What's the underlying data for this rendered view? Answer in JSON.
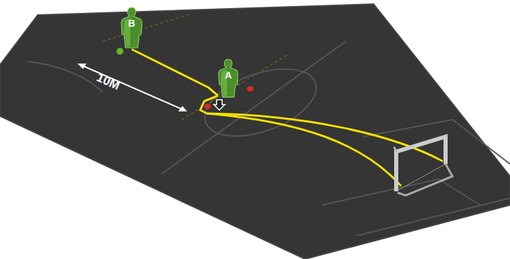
{
  "diagram": {
    "nodes": [
      {
        "text": [
          "B"
        ]
      },
      {
        "text": [
          "A"
        ]
      }
    ],
    "edges": [
      {
        "from": 0,
        "to": 1,
        "arrow": "none"
      }
    ],
    "labels": [
      "10M"
    ]
  }
}
